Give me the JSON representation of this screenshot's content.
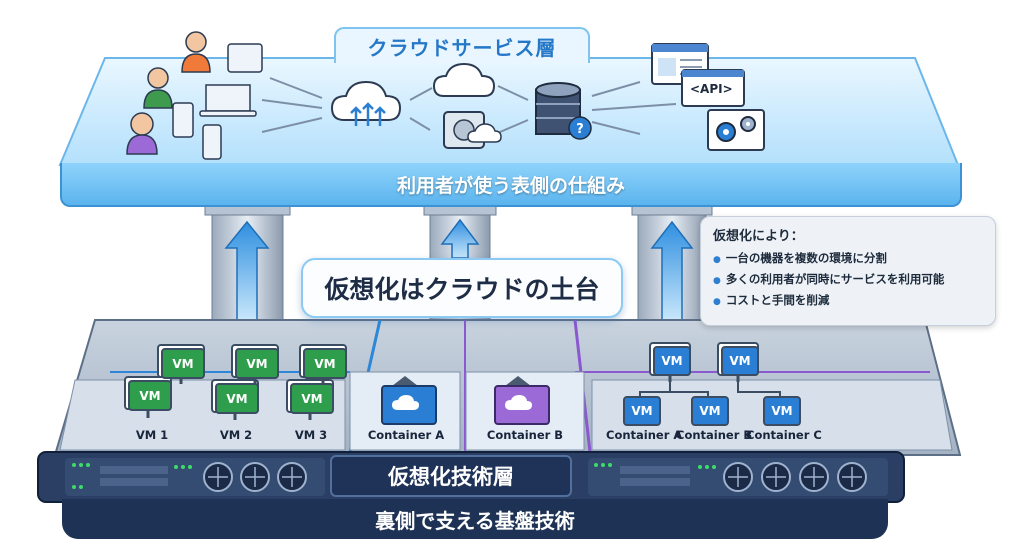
{
  "cloud_layer": {
    "title": "クラウドサービス層",
    "subtitle": "利用者が使う表側の仕組み",
    "api_label": "<API>"
  },
  "foundation_label": "仮想化はクラウドの土台",
  "callout": {
    "title": "仮想化により：",
    "items": [
      "一台の機器を複数の環境に分割",
      "多くの利用者が同時にサービスを利用可能",
      "コストと手間を削減"
    ]
  },
  "virtualization": {
    "vm_badge": "VM",
    "vm_labels": [
      "VM 1",
      "VM 2",
      "VM 3"
    ],
    "container_labels_mid": [
      "Container A",
      "Container B"
    ],
    "container_labels_right": [
      "Container A",
      "Container B",
      "Container C"
    ]
  },
  "rack": {
    "title": "仮想化技術層",
    "bottom": "裏側で支える基盤技術"
  },
  "colors": {
    "cloud_light": "#bfe6fd",
    "cloud_dark": "#5bb4ee",
    "platform": "#aebccd",
    "rack_navy": "#1f3358",
    "vm_green": "#2f9e4c",
    "container_blue": "#2a7fd4",
    "container_purple": "#9b6ad6"
  }
}
